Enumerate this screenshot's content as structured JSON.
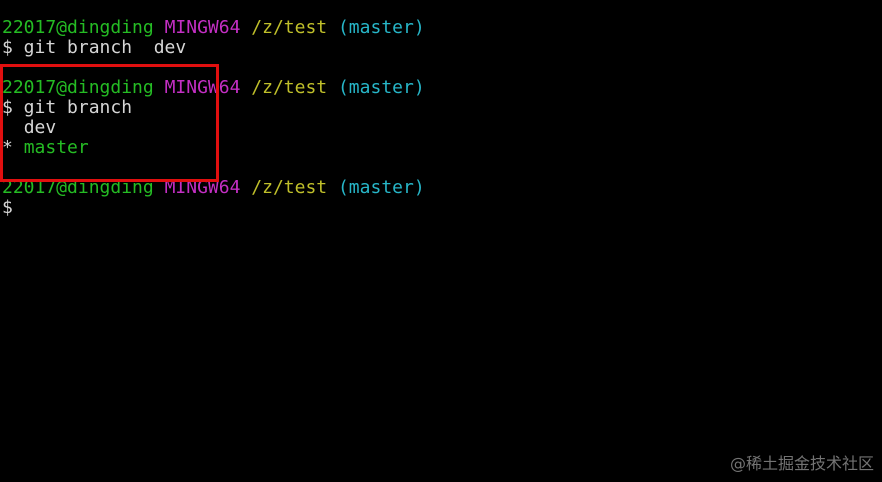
{
  "terminal": {
    "prompt1": {
      "user": "22017@dingding",
      "host": "MINGW64",
      "path": "/z/test",
      "branch": "(master)",
      "command": "$ git branch  dev"
    },
    "prompt2": {
      "user": "22017@dingding",
      "host": "MINGW64",
      "path": "/z/test",
      "branch": "(master)",
      "command": "$ git branch",
      "output": [
        {
          "marker": " ",
          "name": "dev"
        },
        {
          "marker": "*",
          "name": "master"
        }
      ]
    },
    "prompt3": {
      "user": "22017@dingding",
      "host": "MINGW64",
      "path": "/z/test",
      "branch": "(master)",
      "command": "$"
    }
  },
  "colors": {
    "background": "#000000",
    "user": "#25bc24",
    "host": "#c42fc4",
    "path": "#bfbf2a",
    "branch": "#27b6c8",
    "text": "#d6d6d6",
    "highlight_box": "#e10f0f"
  },
  "watermark": "@稀土掘金技术社区"
}
